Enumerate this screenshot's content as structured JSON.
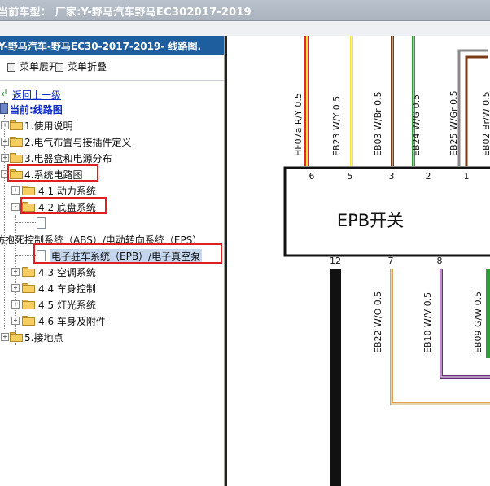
{
  "window": {
    "title": "当前车型：  厂家:Y-野马汽车野马EC302017-2019"
  },
  "left_panel": {
    "header": "Y-野马汽车-野马EC30-2017-2019- 线路图.",
    "menu": {
      "expand_label": "菜单展开",
      "collapse_label": "菜单折叠"
    },
    "back_link": "返回上一级",
    "current_label": "当前:线路图",
    "tree": [
      {
        "label": "1.使用说明"
      },
      {
        "label": "2.电气布置与接插件定义"
      },
      {
        "label": "3.电器盒和电源分布"
      },
      {
        "label": "4.系统电路图"
      },
      {
        "label": "4.1 动力系统"
      },
      {
        "label": "4.2 底盘系统"
      },
      {
        "label": "防抱死控制系统（ABS）/电动转向系统（EPS）"
      },
      {
        "label": "电子驻车系统（EPB）/电子真空泵"
      },
      {
        "label": "4.3 空调系统"
      },
      {
        "label": "4.4 车身控制"
      },
      {
        "label": "4.5 灯光系统"
      },
      {
        "label": "4.6 车身及附件"
      },
      {
        "label": "5.接地点"
      }
    ]
  },
  "diagram": {
    "component_label": "EPB开关",
    "top_pins": [
      "6",
      "5",
      "3",
      "2",
      "1"
    ],
    "bottom_pins": [
      "12",
      "7",
      "8"
    ],
    "top_wires": [
      "HF07a  R/Y  0.5",
      "EB23  W/Y  0.5",
      "EB03  W/Br  0.5",
      "EB24  W/G  0.5",
      "EB25  W/Gr  0.5",
      "EB02  Br/W  0.5"
    ],
    "bottom_wires": [
      "EB22  W/O  0.5",
      "EB10  W/V  0.5",
      "EB09  G/W  0.5"
    ],
    "colors": {
      "red": "#e12a2a",
      "yellow": "#f2e23c",
      "brown": "#7a3b16",
      "green": "#2f9e3a",
      "black": "#111111",
      "orange": "#d9a35a",
      "violet": "#6a2c7a",
      "gray": "#8a8a8a"
    }
  }
}
